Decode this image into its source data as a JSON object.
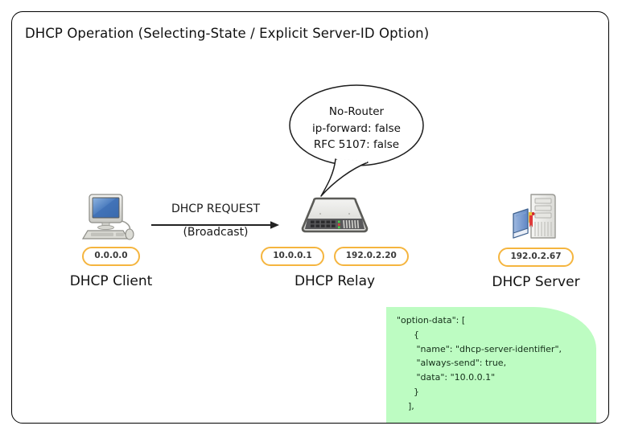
{
  "diagram": {
    "title": "DHCP Operation (Selecting-State / Explicit Server-ID Option)",
    "frame_border_color": "#000000",
    "background_color": "#ffffff"
  },
  "nodes": [
    {
      "id": "client",
      "label": "DHCP Client",
      "icon": "desktop-computer-icon",
      "ip_badges": [
        "0.0.0.0"
      ]
    },
    {
      "id": "relay",
      "label": "DHCP Relay",
      "icon": "network-switch-icon",
      "ip_badges": [
        "10.0.0.1",
        "192.0.2.20"
      ]
    },
    {
      "id": "server",
      "label": "DHCP Server",
      "icon": "server-tower-icon",
      "ip_badges": [
        "192.0.2.67"
      ]
    }
  ],
  "flow": {
    "label_top": "DHCP REQUEST",
    "label_bottom": "(Broadcast)",
    "direction": "client-to-relay"
  },
  "speech_bubble": {
    "lines": [
      "No-Router",
      "ip-forward: false",
      "RFC 5107: false"
    ],
    "attached_to": "relay"
  },
  "code_callout": {
    "background_color": "#bdfcc2",
    "text": "\"option-data\": [\n      {\n       \"name\": \"dhcp-server-identifier\",\n       \"always-send\": true,\n       \"data\": \"10.0.0.1\"\n      }\n    ],"
  },
  "colors": {
    "badge_border": "#f5b53f",
    "badge_text": "#3a3a3a",
    "callout_green": "#bdfcc2",
    "line": "#222222"
  }
}
